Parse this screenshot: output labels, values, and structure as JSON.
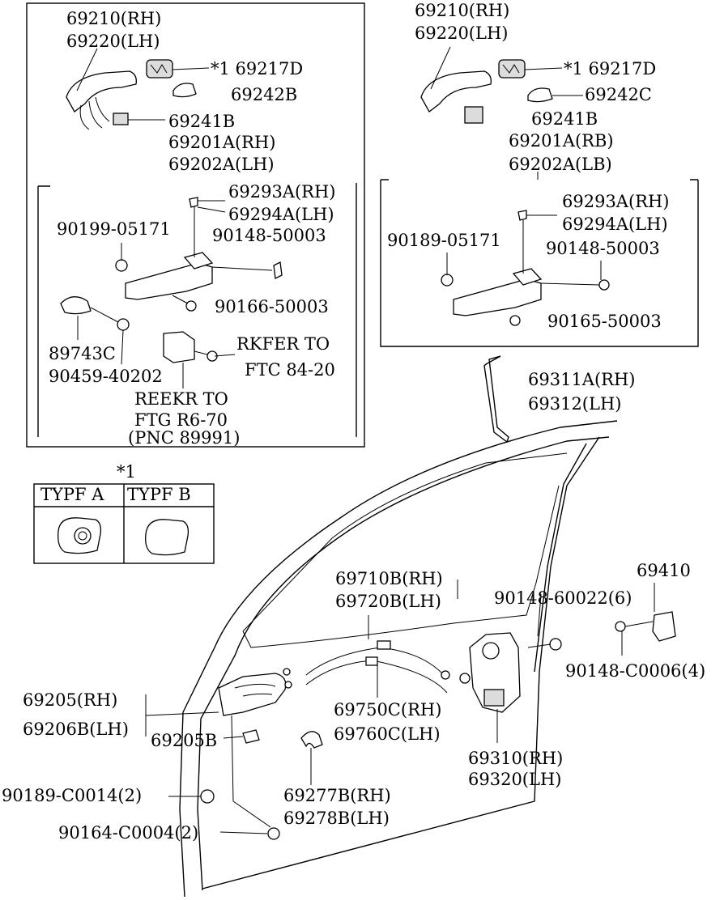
{
  "labels": {
    "tl_handle_rh": "69210(RH)",
    "tl_handle_lh": "69220(LH)",
    "tl_cover": "*1 69217D",
    "tl_cap": "69242B",
    "tl_pad": "69241B",
    "tl_base_rh": "69201A(RH)",
    "tl_base_lh": "69202A(LH)",
    "tl_clip_rh": "69293A(RH)",
    "tl_clip_lh": "69294A(LH)",
    "tl_bolt1": "90199-05171",
    "tl_screw1": "90148-50003",
    "tl_screw2": "90166-50003",
    "tl_wire": "89743C",
    "tl_screw3": "90459-40202",
    "tl_ref_a1": "RKFER TO",
    "tl_ref_a2": "FTC 84-20",
    "tl_ref_b1": "REEKR TO",
    "tl_ref_b2": "FTG R6-70",
    "tl_ref_b3": "(PNC 89991)",
    "tr_handle_rh": "69210(RH)",
    "tr_handle_lh": "69220(LH)",
    "tr_cover": "*1 69217D",
    "tr_cap": "69242C",
    "tr_pad": "69241B",
    "tr_base_rb": "69201A(RB)",
    "tr_base_lb": "69202A(LB)",
    "tr_clip_rh": "69293A(RH)",
    "tr_clip_lh": "69294A(LH)",
    "tr_bolt1": "90189-05171",
    "tr_screw1": "90148-50003",
    "tr_screw2": "90165-50003",
    "rod_rh": "69311A(RH)",
    "rod_lh": "69312(LH)",
    "type_marker": "*1",
    "type_a": "TYPF A",
    "type_b": "TYPF B",
    "cable_b_rh": "69710B(RH)",
    "cable_b_lh": "69720B(LH)",
    "lock_screw": "90148-60022(6)",
    "striker": "69410",
    "striker_screw": "90148-C0006(4)",
    "inner_handle_rh": "69205(RH)",
    "inner_handle_lh": "69206B(LH)",
    "inner_cover": "69205B",
    "cable_c_rh": "69750C(RH)",
    "cable_c_lh": "69760C(LH)",
    "lock_rh": "69310(RH)",
    "lock_lh": "69320(LH)",
    "clip_rh": "69277B(RH)",
    "clip_lh": "69278B(LH)",
    "plug": "90189-C0014(2)",
    "bolt_small": "90164-C0004(2)"
  }
}
